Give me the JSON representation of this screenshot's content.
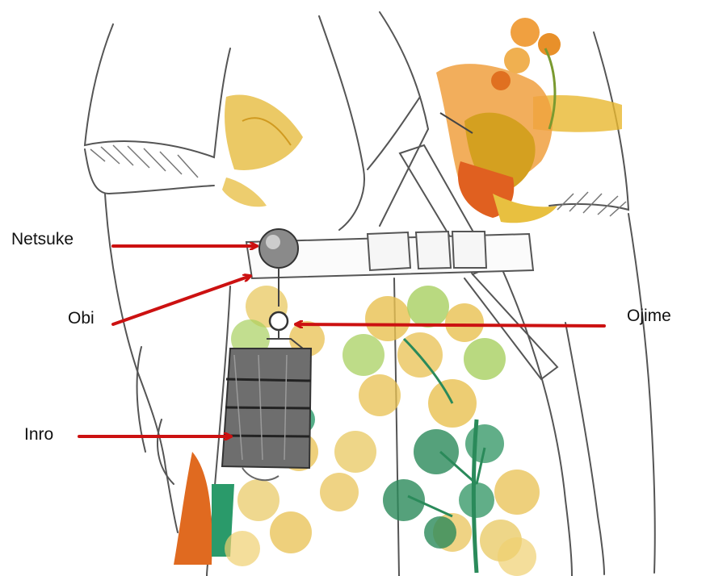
{
  "labels": {
    "netsuke": "Netsuke",
    "obi": "Obi",
    "ojime": "Ojime",
    "inro": "Inro"
  },
  "colors": {
    "arrow": "#cc1111",
    "pencil": "#555555",
    "gold": "#e8b830",
    "orange": "#e07020",
    "leaf_green": "#8cc63f",
    "pine_green": "#2a8a5a",
    "inro_grey": "#6a6a6a"
  }
}
